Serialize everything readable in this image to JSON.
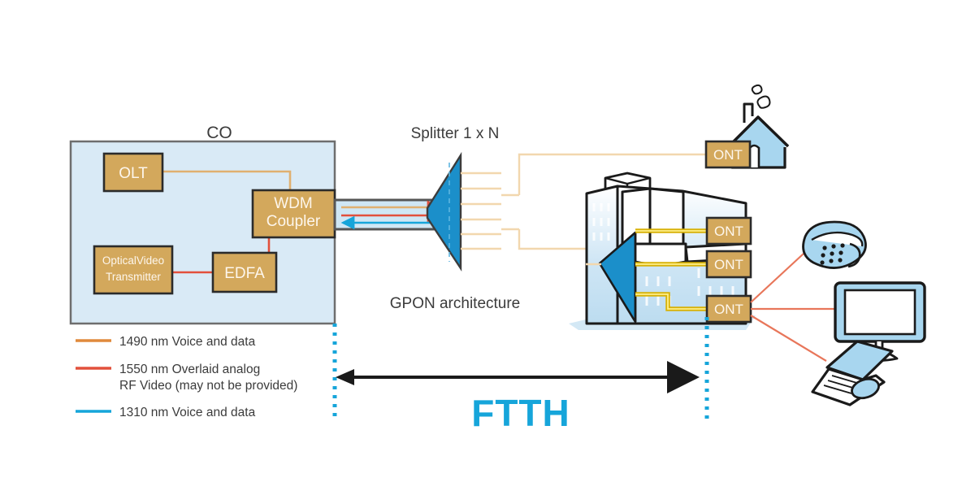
{
  "diagram": {
    "title_co": "CO",
    "title_splitter": "Splitter 1 x N",
    "title_gpon": "GPON architecture",
    "span_label": "FTTH",
    "co_blocks": [
      {
        "id": "olt",
        "label": "OLT"
      },
      {
        "id": "wdm",
        "label_line1": "WDM",
        "label_line2": "Coupler"
      },
      {
        "id": "ovt",
        "label_line1": "OpticalVideo",
        "label_line2": "Transmitter"
      },
      {
        "id": "edfa",
        "label": "EDFA"
      }
    ],
    "ont_boxes": [
      {
        "id": "ont-house",
        "label": "ONT"
      },
      {
        "id": "ont-building-1",
        "label": "ONT"
      },
      {
        "id": "ont-building-2",
        "label": "ONT"
      },
      {
        "id": "ont-building-3",
        "label": "ONT"
      }
    ],
    "legend": [
      {
        "color": "#e08a3c",
        "text": "1490 nm Voice and data",
        "text2": ""
      },
      {
        "color": "#e2503c",
        "text": "1550 nm Overlaid analog",
        "text2": "RF Video (may not be provided)"
      },
      {
        "color": "#16a5da",
        "text": "1310 nm Voice and data",
        "text2": ""
      }
    ],
    "premises_icons": [
      {
        "id": "house-icon",
        "name": "house"
      },
      {
        "id": "office-building-icon",
        "name": "office-building"
      },
      {
        "id": "telephone-icon",
        "name": "telephone"
      },
      {
        "id": "monitor-icon",
        "name": "monitor"
      },
      {
        "id": "laptop-icon",
        "name": "laptop"
      }
    ],
    "colors": {
      "co_panel_fill": "#d9eaf6",
      "co_panel_stroke": "#6e6e6e",
      "block_fill": "#d3a85c",
      "block_stroke": "#2b2b2b",
      "splitter_blue": "#1b8fca",
      "fiber_1490": "#e08a3c",
      "fiber_1550": "#e2503c",
      "fiber_1310": "#16a5da",
      "drop_fiber": "#f4d9b4",
      "building_fiber": "#d8b208",
      "accent_cyan": "#16a5da",
      "text_gray": "#3b3b3b"
    }
  }
}
